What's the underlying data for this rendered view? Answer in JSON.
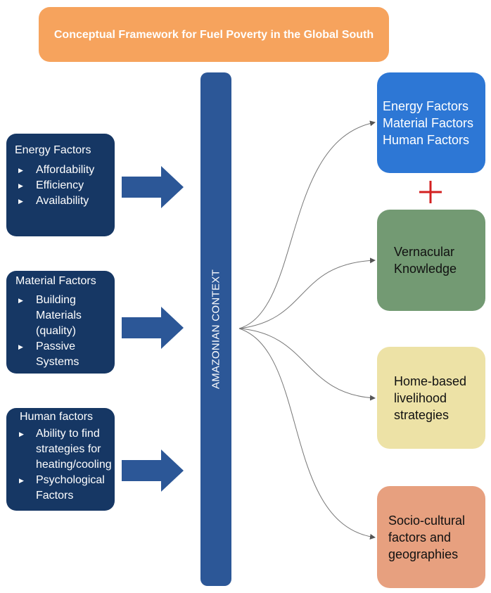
{
  "title": "Conceptual Framework for Fuel Poverty in the Global South",
  "left_boxes": [
    {
      "heading": "Energy Factors",
      "items": [
        "Affordability",
        "Efficiency",
        "Availability"
      ]
    },
    {
      "heading": "Material Factors",
      "items": [
        "Building\nMaterials\n(quality)",
        "Passive\nSystems"
      ]
    },
    {
      "heading": "Human factors",
      "items": [
        "Ability to find\nstrategies for\nheating/cooling",
        "Psychological\nFactors"
      ]
    }
  ],
  "center": {
    "label": "AMAZONIAN CONTEXT"
  },
  "right_boxes": [
    {
      "lines": [
        "Energy Factors",
        "Material Factors",
        "Human Factors"
      ]
    },
    {
      "lines": [
        "Vernacular",
        "Knowledge"
      ]
    },
    {
      "lines": [
        "Home-based",
        "livelihood",
        "strategies"
      ]
    },
    {
      "lines": [
        "Socio-cultural",
        "factors and",
        "geographies"
      ]
    }
  ],
  "colors": {
    "title_bg": "#f6a35d",
    "left_box_bg": "#163764",
    "arrow": "#2c5797",
    "pillar": "#2c5797",
    "energy_box": "#2d77d5",
    "vernacular_box": "#739a73",
    "home_box": "#ede2a6",
    "socio_box": "#e7a07f",
    "plus": "#d32020"
  }
}
